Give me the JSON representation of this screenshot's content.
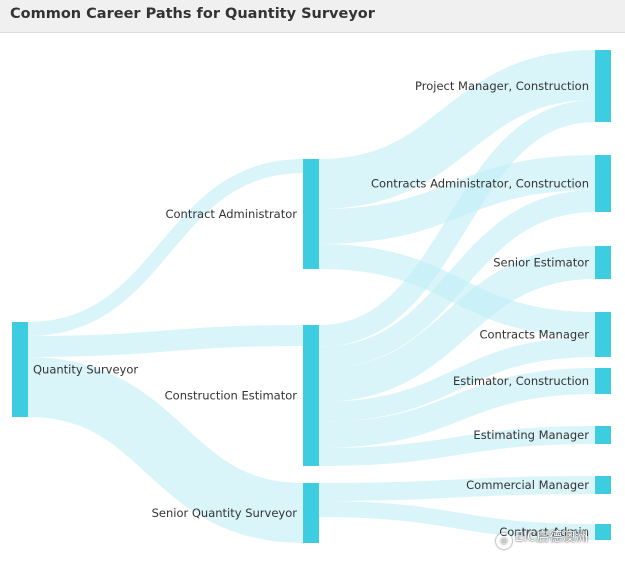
{
  "header": {
    "title": "Common Career Paths for Quantity Surveyor"
  },
  "chart_data": {
    "type": "sankey",
    "title": "Common Career Paths for Quantity Surveyor",
    "nodes": [
      {
        "id": "qs",
        "label": "Quantity Surveyor",
        "column": 0
      },
      {
        "id": "ca",
        "label": "Contract Administrator",
        "column": 1
      },
      {
        "id": "ce",
        "label": "Construction Estimator",
        "column": 1
      },
      {
        "id": "sqs",
        "label": "Senior Quantity Surveyor",
        "column": 1
      },
      {
        "id": "pm",
        "label": "Project Manager, Construction",
        "column": 2
      },
      {
        "id": "cac",
        "label": "Contracts Administrator, Construction",
        "column": 2
      },
      {
        "id": "se",
        "label": "Senior Estimator",
        "column": 2
      },
      {
        "id": "cm",
        "label": "Contracts Manager",
        "column": 2
      },
      {
        "id": "ec",
        "label": "Estimator, Construction",
        "column": 2
      },
      {
        "id": "em",
        "label": "Estimating Manager",
        "column": 2
      },
      {
        "id": "comm",
        "label": "Commercial Manager",
        "column": 2
      },
      {
        "id": "cacc",
        "label": "Contract Admin",
        "column": 2
      }
    ],
    "links": [
      {
        "source": "qs",
        "target": "ca",
        "value": 14
      },
      {
        "source": "qs",
        "target": "ce",
        "value": 21
      },
      {
        "source": "qs",
        "target": "sqs",
        "value": 60
      },
      {
        "source": "ca",
        "target": "pm",
        "value": 50
      },
      {
        "source": "ca",
        "target": "cac",
        "value": 35
      },
      {
        "source": "ca",
        "target": "cm",
        "value": 25
      },
      {
        "source": "ce",
        "target": "pm",
        "value": 22
      },
      {
        "source": "ce",
        "target": "cac",
        "value": 22
      },
      {
        "source": "ce",
        "target": "se",
        "value": 33
      },
      {
        "source": "ce",
        "target": "cm",
        "value": 20
      },
      {
        "source": "ce",
        "target": "ec",
        "value": 26
      },
      {
        "source": "ce",
        "target": "em",
        "value": 18
      },
      {
        "source": "sqs",
        "target": "comm",
        "value": 18
      },
      {
        "source": "sqs",
        "target": "cacc",
        "value": 16
      }
    ]
  },
  "watermark": {
    "text": "EIC启德澳洲"
  }
}
